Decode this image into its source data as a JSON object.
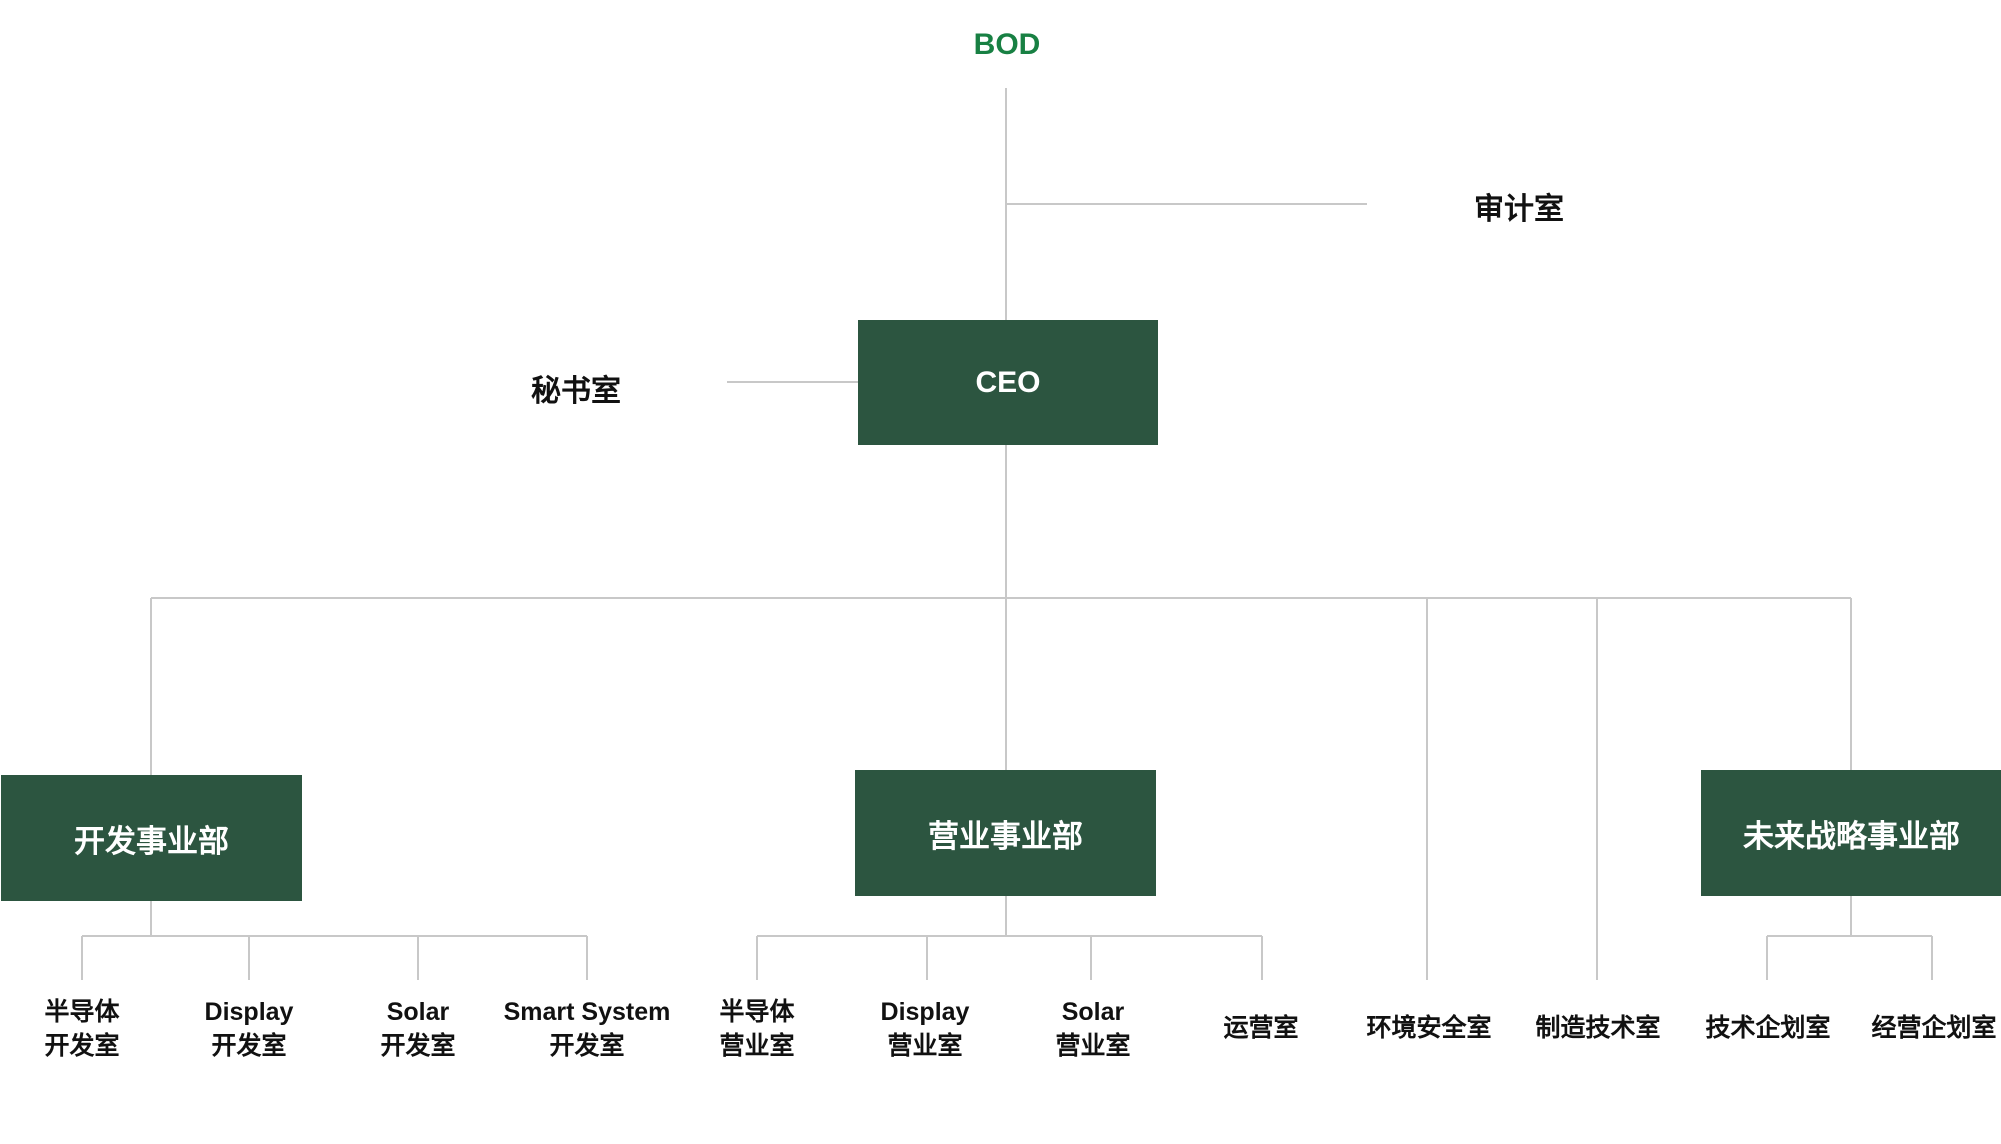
{
  "colors": {
    "box_fill": "#2c5540",
    "bod_text": "#188043",
    "line": "#c8c8c8"
  },
  "bod": "BOD",
  "audit": "审计室",
  "secretary": "秘书室",
  "ceo": "CEO",
  "divisions": [
    {
      "name": "开发事业部",
      "units": [
        {
          "line1": "半导体",
          "line2": "开发室"
        },
        {
          "line1": "Display",
          "line2": "开发室"
        },
        {
          "line1": "Solar",
          "line2": "开发室"
        },
        {
          "line1": "Smart System",
          "line2": "开发室"
        }
      ]
    },
    {
      "name": "营业事业部",
      "units": [
        {
          "line1": "半导体",
          "line2": "营业室"
        },
        {
          "line1": "Display",
          "line2": "营业室"
        },
        {
          "line1": "Solar",
          "line2": "营业室"
        },
        {
          "line1": "运营室"
        }
      ]
    },
    {
      "name": "未来战略事业部",
      "units": [
        {
          "line1": "技术企划室"
        },
        {
          "line1": "经营企划室"
        }
      ]
    }
  ],
  "direct_units": [
    "环境安全室",
    "制造技术室"
  ]
}
